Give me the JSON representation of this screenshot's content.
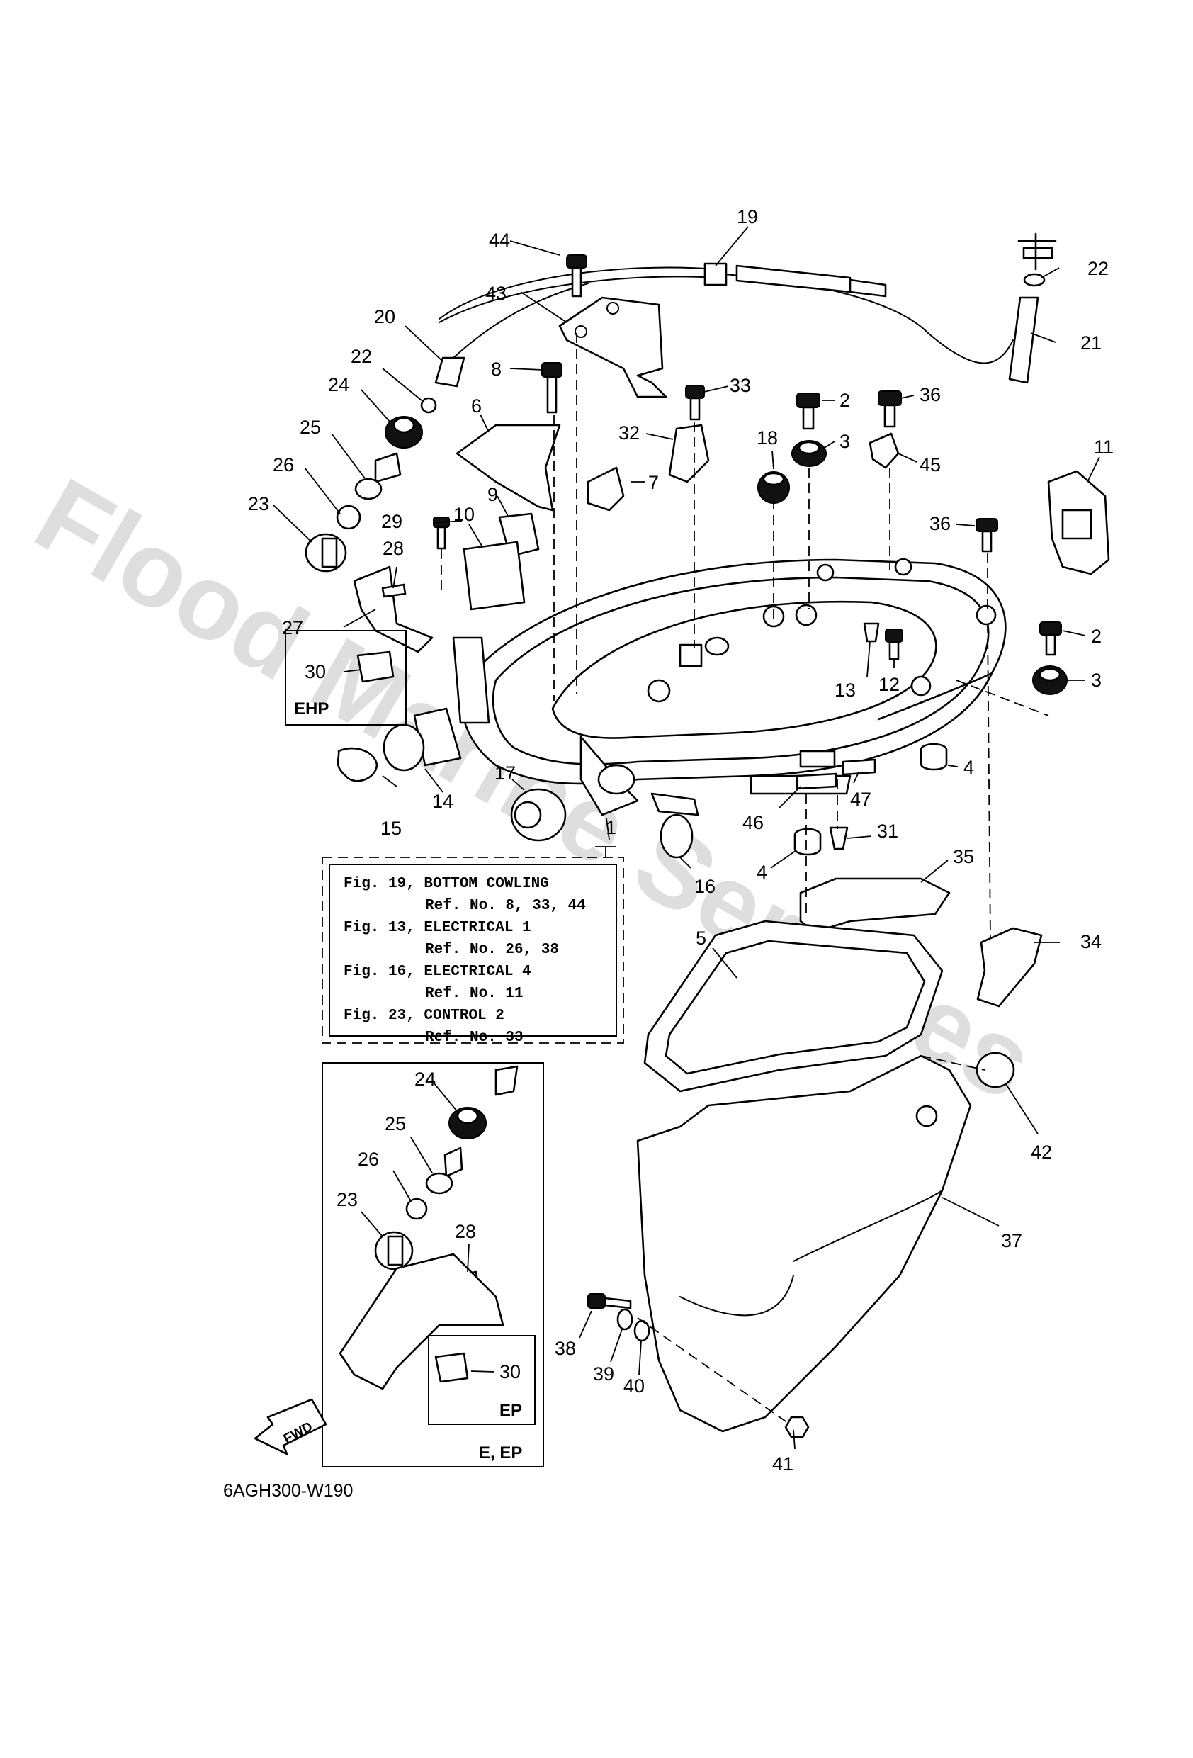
{
  "watermark": "Flood Marine Services",
  "drawing_code": "6AGH300-W190",
  "fwd_label": "FWD",
  "ehp_label": "EHP",
  "ep_label": "EP",
  "e_ep_label": "E, EP",
  "reference_box": [
    "Fig. 19, BOTTOM COWLING",
    "Ref. No. 8, 33, 44",
    "Fig. 13, ELECTRICAL 1",
    "Ref. No. 26, 38",
    "Fig. 16, ELECTRICAL 4",
    "Ref. No. 11",
    "Fig. 23, CONTROL 2",
    "Ref. No. 33"
  ],
  "callouts": {
    "c1": "1",
    "c2a": "2",
    "c2b": "2",
    "c3a": "3",
    "c3b": "3",
    "c4a": "4",
    "c4b": "4",
    "c5": "5",
    "c6": "6",
    "c7": "7",
    "c8": "8",
    "c9": "9",
    "c10": "10",
    "c11": "11",
    "c12": "12",
    "c13": "13",
    "c14": "14",
    "c15": "15",
    "c16": "16",
    "c17": "17",
    "c18": "18",
    "c19": "19",
    "c20": "20",
    "c21": "21",
    "c22a": "22",
    "c22b": "22",
    "c23a": "23",
    "c23b": "23",
    "c24a": "24",
    "c24b": "24",
    "c25a": "25",
    "c25b": "25",
    "c26a": "26",
    "c26b": "26",
    "c27": "27",
    "c28a": "28",
    "c28b": "28",
    "c29": "29",
    "c30a": "30",
    "c30b": "30",
    "c31": "31",
    "c32": "32",
    "c33": "33",
    "c34": "34",
    "c35": "35",
    "c36a": "36",
    "c36b": "36",
    "c37": "37",
    "c38": "38",
    "c39": "39",
    "c40": "40",
    "c41": "41",
    "c42": "42",
    "c43": "43",
    "c44": "44",
    "c45": "45",
    "c46": "46",
    "c47": "47"
  }
}
